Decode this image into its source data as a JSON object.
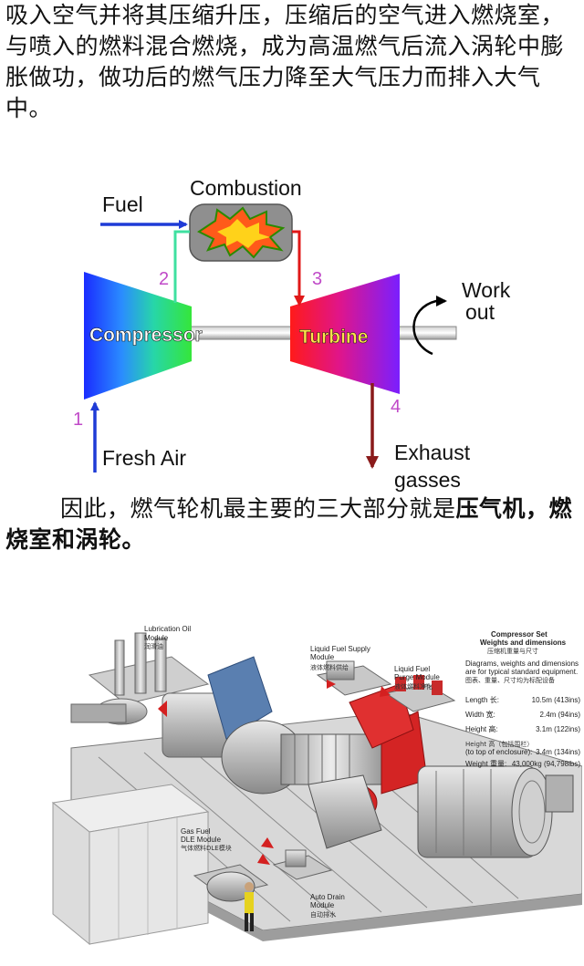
{
  "intro_text": "吸入空气并将其压缩升压，压缩后的空气进入燃烧室，与喷入的燃料混合燃烧，成为高温燃气后流入涡轮中膨胀做功，做功后的燃气压力降至大气压力而排入大气中。",
  "diagram": {
    "fuel": "Fuel",
    "combustion": "Combustion",
    "compressor": "Compressor",
    "turbine": "Turbine",
    "work_line1": "Work",
    "work_line2": "out",
    "fresh_air": "Fresh Air",
    "exhaust_line1": "Exhaust",
    "exhaust_line2": "gasses",
    "n1": "1",
    "n2": "2",
    "n3": "3",
    "n4": "4"
  },
  "summary": {
    "lead": "因此，燃气轮机最主要的三大部分就是",
    "bold": "压气机，燃烧室和涡轮。"
  },
  "plant": {
    "lube_en1": "Lubrication Oil",
    "lube_en2": "Module",
    "lube_cn": "润滑油",
    "liq_supply_en1": "Liquid Fuel Supply",
    "liq_supply_en2": "Module",
    "liq_supply_cn": "液体燃料供给",
    "liq_purge_en1": "Liquid Fuel",
    "liq_purge_en2": "Purge Module",
    "liq_purge_cn": "液体燃料净化",
    "set_title1": "Compressor Set",
    "set_title2": "Weights and dimensions",
    "set_title_cn": "压缩机重量与尺寸",
    "set_desc1": "Diagrams, weights and dimensions",
    "set_desc2": "are for typical standard equipment.",
    "set_desc_cn": "图表、重量、尺寸均为标配设备",
    "length_label": "Length 长:",
    "length_val": "10.5m (413ins)",
    "width_label": "Width 宽:",
    "width_val": "2.4m (94ins)",
    "height_label": "Height 高:",
    "height_val": "3.1m (122ins)",
    "height2_label1": "Height 高（包括围栏）",
    "height2_label2": "(to top of enclosure):",
    "height2_val": "3.4m (134ins)",
    "weight_label": "Weight 重量:",
    "weight_val": "43,000kg (94,798lbs)",
    "gas_en1": "Gas Fuel",
    "gas_en2": "DLE Module",
    "gas_cn": "气体燃料DLE模块",
    "drain_en1": "Auto Drain",
    "drain_en2": "Module",
    "drain_cn": "自动排水"
  }
}
